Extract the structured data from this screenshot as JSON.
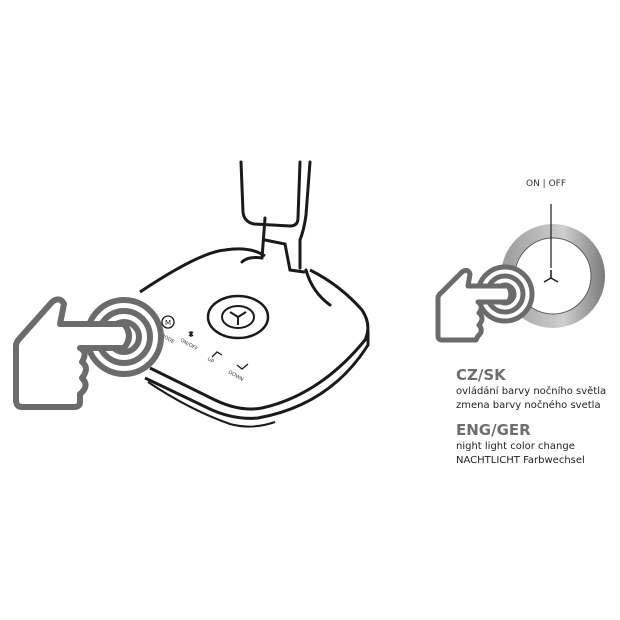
{
  "illustration": {
    "control_labels": {
      "mode": "MODE",
      "on_off": "ON/OFF",
      "up": "UP",
      "down": "DOWN"
    },
    "switch_label": "ON | OFF"
  },
  "legend": {
    "cz_sk_heading": "CZ/SK",
    "cz_line": "ovládání barvy nočního světla",
    "sk_line": "zmena barvy nočného svetla",
    "eng_ger_heading": "ENG/GER",
    "eng_line": "night light color change",
    "ger_line": "NACHTLICHT Farbwechsel"
  },
  "colors": {
    "outline": "#1a1a1a",
    "hand": "#6b6b6b"
  }
}
